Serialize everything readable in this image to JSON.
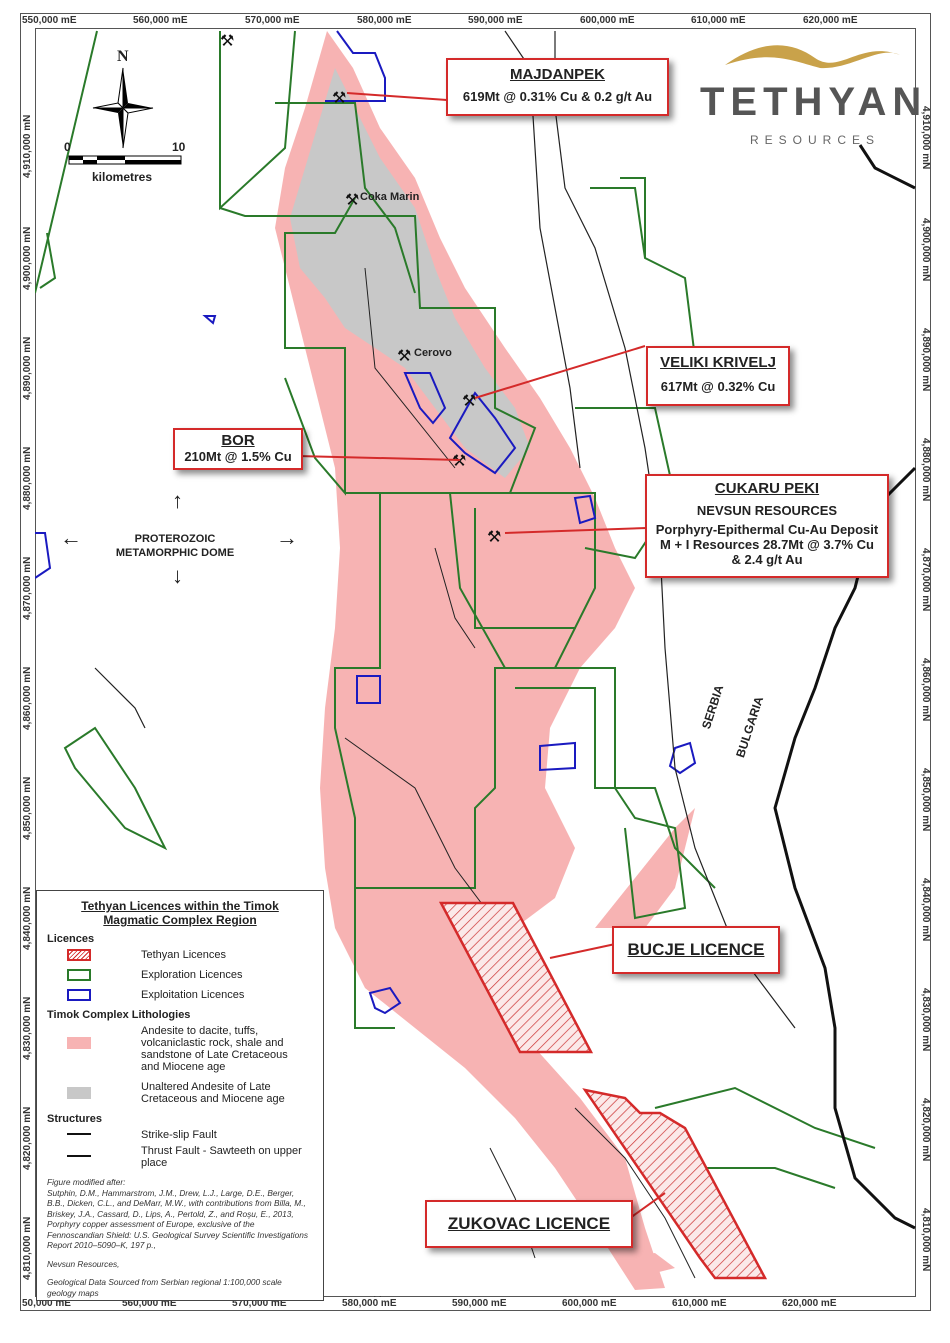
{
  "map": {
    "title": "Tethyan Licences within the Timok Magmatic Complex Region",
    "logo": {
      "name": "TETHYAN",
      "sub": "RESOURCES",
      "wave_color": "#c9a24a"
    },
    "grid": {
      "easting_labels": [
        "550,000 mE",
        "560,000 mE",
        "570,000 mE",
        "580,000 mE",
        "590,000 mE",
        "600,000 mE",
        "610,000 mE",
        "620,000 mE"
      ],
      "easting_labels_bottom": [
        "50,000 mE",
        "560,000 mE",
        "570,000 mE",
        "580,000 mE",
        "590,000 mE",
        "600,000 mE",
        "610,000 mE",
        "620,000 mE"
      ],
      "northing_labels": [
        "4,910,000 mN",
        "4,900,000 mN",
        "4,890,000 mN",
        "4,880,000 mN",
        "4,870,000 mN",
        "4,860,000 mN",
        "4,850,000 mN",
        "4,840,000 mN",
        "4,830,000 mN",
        "4,820,000 mN",
        "4,810,000 mN"
      ]
    },
    "north_arrow": {
      "label": "N"
    },
    "scale_bar": {
      "min": "0",
      "max": "10",
      "unit": "kilometres"
    },
    "place_labels": {
      "coka_marin": "Coka Marin",
      "cerovo": "Cerovo"
    },
    "dome_label": "PROTEROZOIC METAMORPHIC DOME",
    "countries": {
      "serbia": "SERBIA",
      "bulgaria": "BULGARIA"
    },
    "callouts": {
      "majdanpek": {
        "title": "MAJDANPEK",
        "line1": "619Mt @ 0.31% Cu & 0.2 g/t Au"
      },
      "veliki_krivelj": {
        "title": "VELIKI KRIVELJ",
        "line1": "617Mt @ 0.32% Cu"
      },
      "bor": {
        "title": "BOR",
        "line1": "210Mt @ 1.5% Cu"
      },
      "cukaru_peki": {
        "title": "CUKARU PEKI",
        "line1": "NEVSUN RESOURCES",
        "line2": "Porphyry-Epithermal Cu-Au Deposit",
        "line3": "M + I Resources 28.7Mt @ 3.7% Cu",
        "line4": "& 2.4 g/t Au"
      },
      "bucje": {
        "title": "BUCJE LICENCE"
      },
      "zukovac": {
        "title": "ZUKOVAC LICENCE"
      }
    },
    "colors": {
      "tethyan_licence": "#d42a2a",
      "exploration_licence": "#2a7a2a",
      "exploitation_licence": "#1a1ac0",
      "andesite": "#f7b3b3",
      "unaltered_andesite": "#c8c8c8"
    }
  },
  "legend": {
    "title_line1": "Tethyan Licences within the Timok",
    "title_line2": "Magmatic Complex Region",
    "licences_header": "Licences",
    "licences": [
      "Tethyan Licences",
      "Exploration Licences",
      "Exploitation Licences"
    ],
    "lith_header": "Timok Complex Lithologies",
    "lithologies": [
      "Andesite to dacite, tuffs, volcaniclastic rock, shale and sandstone of Late Cretaceous and Miocene age",
      "Unaltered Andesite of Late Cretaceous and Miocene age"
    ],
    "structures_header": "Structures",
    "structures": [
      "Strike-slip Fault",
      "Thrust Fault - Sawteeth on upper place"
    ],
    "refs": [
      "Figure modified after:",
      "Sutphin, D.M., Hammarstrom, J.M., Drew, L.J., Large, D.E., Berger, B.B., Dicken, C.L., and DeMarr, M.W., with contributions from Billa, M., Briskey, J.A., Cassard, D., Lips, A., Pertold, Z., and Roşu, E., 2013, Porphyry copper assessment of Europe, exclusive of the Fennoscandian Shield: U.S. Geological Survey Scientific Investigations Report 2010–5090–K, 197 p.,",
      "Nevsun Resources,",
      "Geological Data Sourced from Serbian regional 1:100,000 scale geology maps"
    ]
  }
}
